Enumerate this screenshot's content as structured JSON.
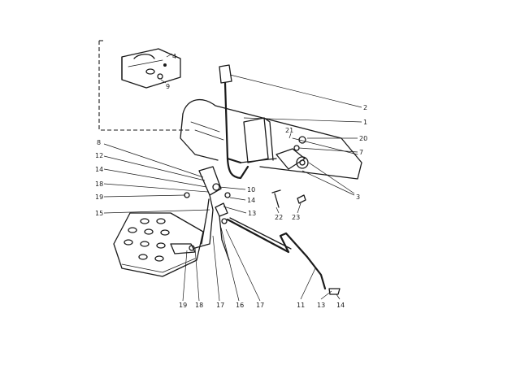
{
  "diagram": {
    "callouts": {
      "c_top_4": "4",
      "c_top_9": "9",
      "c_2": "2",
      "c_1": "1",
      "c_21": "21",
      "c_20": "20",
      "c_7": "7",
      "c_3": "3",
      "c_8": "8",
      "c_12": "12",
      "c_14a": "14",
      "c_18a": "18",
      "c_19a": "19",
      "c_15": "15",
      "c_10": "10",
      "c_14b": "14",
      "c_13a": "13",
      "c_22": "22",
      "c_23": "23",
      "c_19b": "19",
      "c_18b": "18",
      "c_17a": "17",
      "c_16": "16",
      "c_17b": "17",
      "c_11": "11",
      "c_13b": "13",
      "c_14c": "14"
    }
  }
}
